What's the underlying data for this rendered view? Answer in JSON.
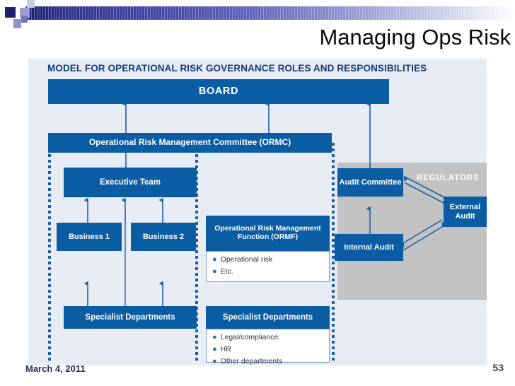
{
  "slide": {
    "title": "Managing Ops Risk",
    "footer_date": "March 4, 2011",
    "page_number": "53"
  },
  "diagram": {
    "title": "MODEL FOR OPERATIONAL RISK GOVERNANCE ROLES AND RESPONSIBILITIES",
    "colors": {
      "box_blue": "#0a5ca3",
      "background": "#e8edf5",
      "regulators_gray": "#c2c2c2",
      "arrow_blue": "#1d5fa8",
      "title_blue": "#16387a"
    },
    "boxes": {
      "board": "BOARD",
      "ormc": "Operational Risk Management Committee (ORMC)",
      "executive_team": "Executive Team",
      "business_1": "Business 1",
      "business_2": "Business 2",
      "ormf": "Operational Risk Management Function (ORMF)",
      "specialist_departments_left": "Specialist Departments",
      "specialist_departments_right": "Specialist Departments",
      "audit_committee": "Audit Committee",
      "internal_audit": "Internal Audit",
      "external_audit": "External Audit",
      "regulators": "REGULATORS"
    },
    "ormf_bullets": [
      "Operational risk",
      "Etc."
    ],
    "specialist_bullets": [
      "Legal/compliance",
      "HR",
      "Other departments"
    ]
  }
}
